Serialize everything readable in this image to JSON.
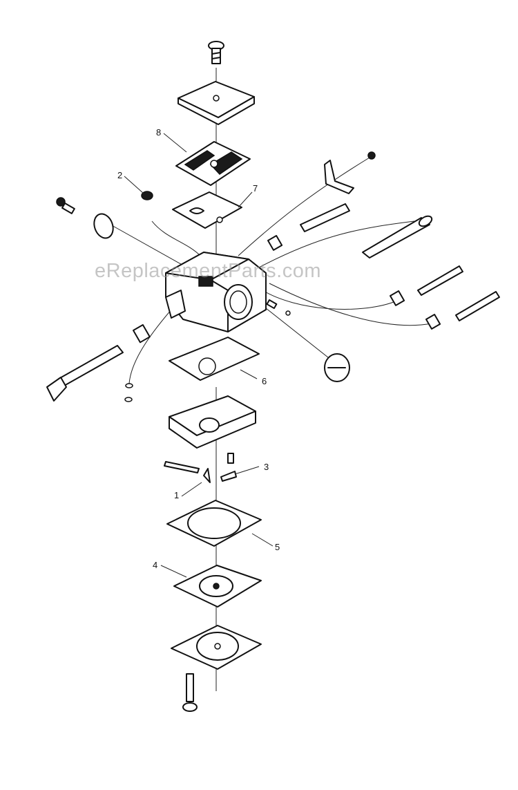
{
  "watermark": "eReplacementParts.com",
  "callouts": [
    {
      "id": "1",
      "label": "1"
    },
    {
      "id": "2",
      "label": "2"
    },
    {
      "id": "3",
      "label": "3"
    },
    {
      "id": "4",
      "label": "4"
    },
    {
      "id": "5",
      "label": "5"
    },
    {
      "id": "6",
      "label": "6"
    },
    {
      "id": "7",
      "label": "7"
    },
    {
      "id": "8",
      "label": "8"
    }
  ],
  "colors": {
    "line": "#111111",
    "background": "#ffffff",
    "watermark": "#969696"
  }
}
